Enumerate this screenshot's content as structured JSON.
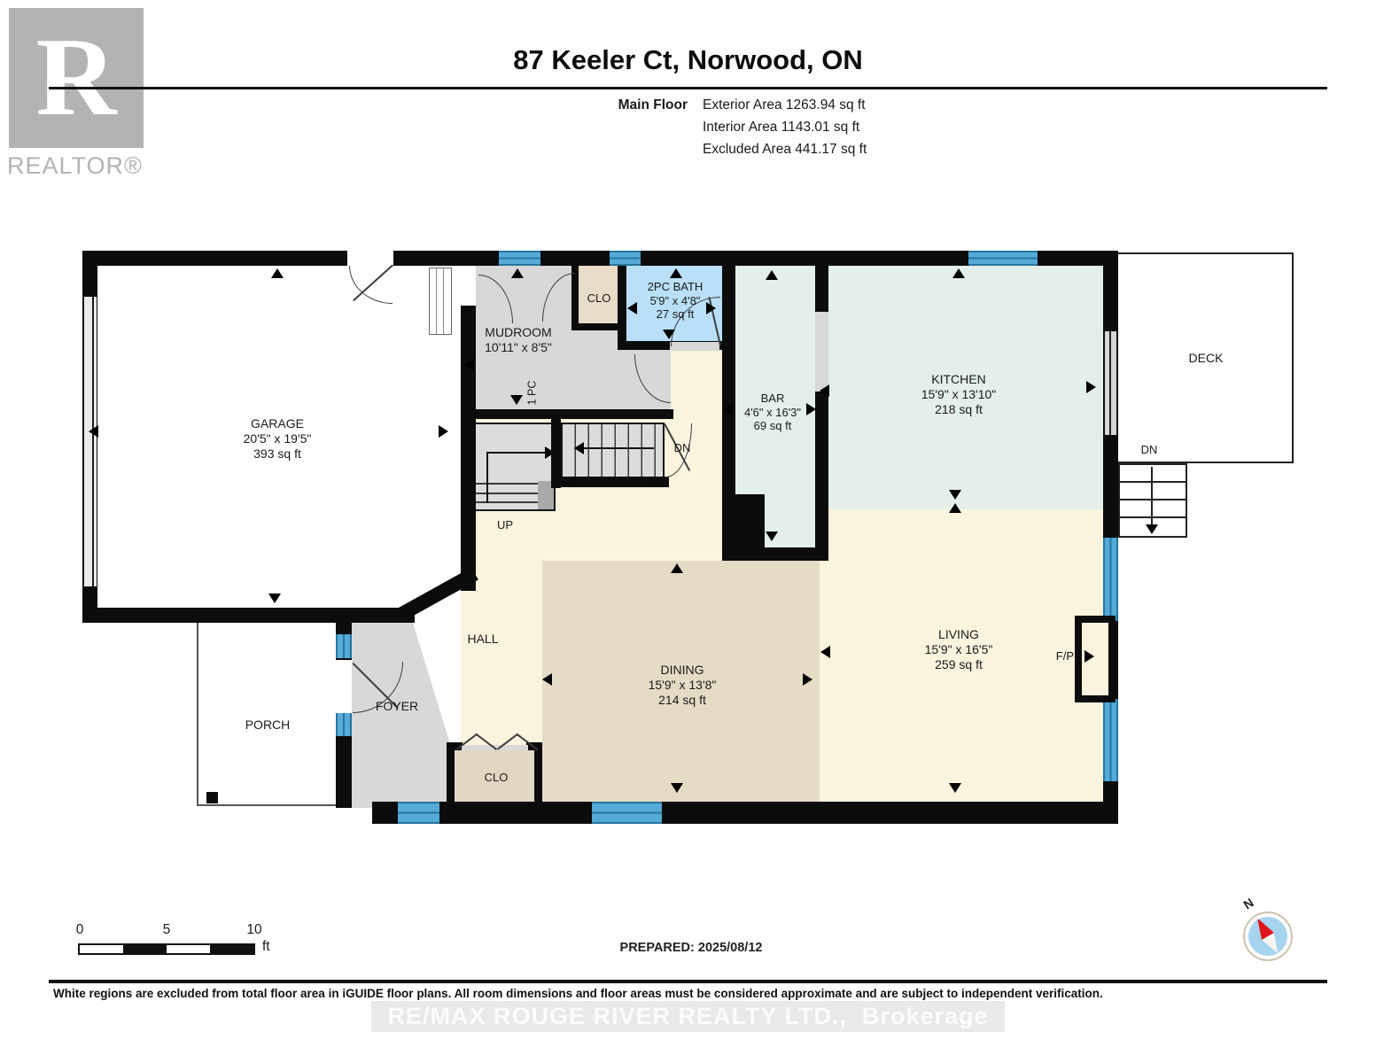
{
  "header": {
    "logo_letter": "R",
    "logo_wordmark": "REALTOR®",
    "title": "87 Keeler Ct, Norwood, ON",
    "floor_label": "Main Floor",
    "stats": {
      "exterior": "Exterior Area 1263.94 sq ft",
      "interior": "Interior Area 1143.01 sq ft",
      "excluded": "Excluded Area 441.17 sq ft"
    }
  },
  "rooms": {
    "garage": {
      "name": "GARAGE",
      "dims": "20'5\" x 19'5\"",
      "area": "393 sq ft"
    },
    "mudroom": {
      "name": "MUDROOM",
      "dims": "10'11\" x 8'5\"",
      "area": ""
    },
    "clo_top": {
      "name": "CLO"
    },
    "bath": {
      "name": "2PC BATH",
      "dims": "5'9\" x 4'8\"",
      "area": "27 sq ft"
    },
    "bar": {
      "name": "BAR",
      "dims": "4'6\" x 16'3\"",
      "area": "69 sq ft"
    },
    "kitchen": {
      "name": "KITCHEN",
      "dims": "15'9\" x 13'10\"",
      "area": "218 sq ft"
    },
    "living": {
      "name": "LIVING",
      "dims": "15'9\" x 16'5\"",
      "area": "259 sq ft"
    },
    "dining": {
      "name": "DINING",
      "dims": "15'9\" x 13'8\"",
      "area": "214 sq ft"
    },
    "hall": {
      "name": "HALL"
    },
    "foyer": {
      "name": "FOYER"
    },
    "porch": {
      "name": "PORCH"
    },
    "deck": {
      "name": "DECK"
    },
    "clo_bottom": {
      "name": "CLO"
    }
  },
  "annotations": {
    "up": "UP",
    "dn": "DN",
    "dn_deck": "DN",
    "one_pc": "1 PC",
    "fp": "F/P"
  },
  "scale_bar": {
    "tick0": "0",
    "tick5": "5",
    "tick10": "10",
    "unit": "ft"
  },
  "prepared": "PREPARED: 2025/08/12",
  "compass": {
    "label": "N"
  },
  "footer": {
    "disclaimer": "White regions are excluded from total floor area in iGUIDE floor plans. All room dimensions and floor areas must be considered approximate and are subject to independent verification.",
    "watermark": "RE/MAX ROUGE RIVER REALTY LTD.,  Brokerage"
  },
  "colors": {
    "wall": "#0c0c0c",
    "cream_floor": "#faf3dd",
    "tan_floor": "#e5dcc6",
    "mint_floor": "#e3efe8",
    "bath_blue": "#b9e0f7",
    "room_gray": "#d8d8d8",
    "closet_beige": "#e9dcc8",
    "window_blue": "#55abd7",
    "window_line": "#27749f",
    "logo_gray": "#b3b3b3",
    "compass_blue": "#a6d3ee",
    "compass_needle": "#e0151c"
  }
}
